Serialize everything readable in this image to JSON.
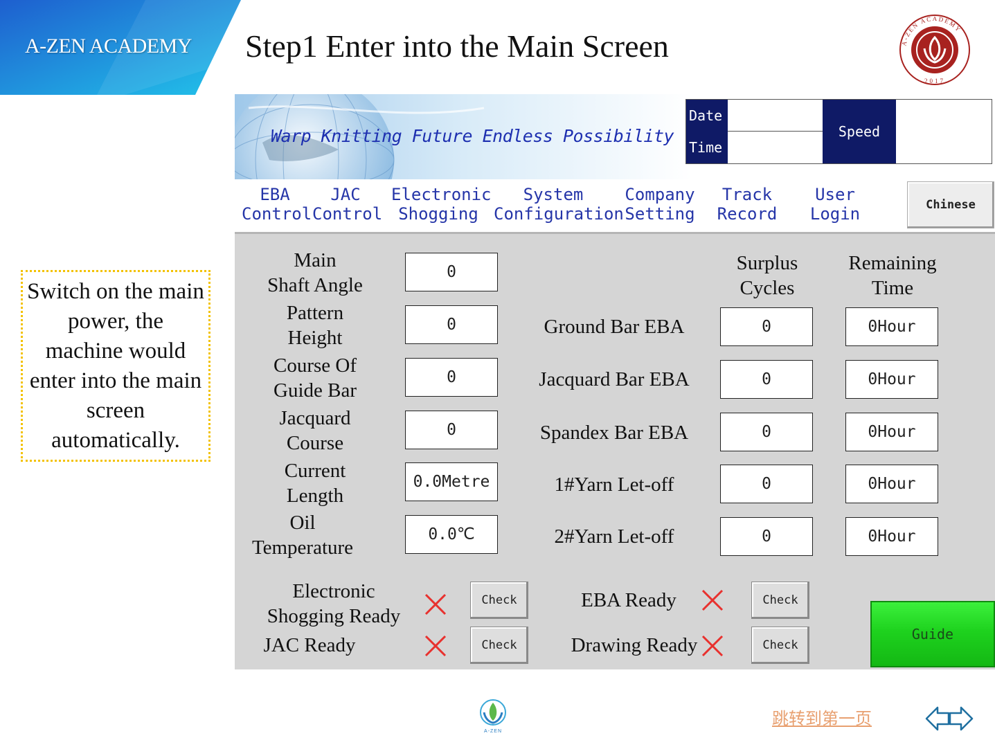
{
  "brand": {
    "name": "A-ZEN ACADEMY",
    "gradient_start": "#1e5fcf",
    "gradient_end": "#22c4ea"
  },
  "slide": {
    "title": "Step1 Enter into the Main Screen"
  },
  "logo": {
    "ring_text": "A-ZEN ACADEMY",
    "year": "2017",
    "color": "#a8221f",
    "icon": "lotus-seal-icon"
  },
  "hmi": {
    "slogan": "Warp Knitting Future Endless Possibility",
    "date_label": "Date",
    "time_label": "Time",
    "speed_label": "Speed",
    "menu": [
      {
        "line1": "EBA",
        "line2": "Control"
      },
      {
        "line1": "JAC",
        "line2": "Control"
      },
      {
        "line1": "Electronic",
        "line2": "Shogging"
      },
      {
        "line1": "System",
        "line2": "Configuration"
      },
      {
        "line1": "Company",
        "line2": "Setting"
      },
      {
        "line1": "Track",
        "line2": "Record"
      },
      {
        "line1": "User",
        "line2": "Login"
      }
    ],
    "language_button": "Chinese",
    "left_fields": [
      {
        "line1": "Main",
        "line2": "Shaft Angle",
        "value": "0"
      },
      {
        "line1": "Pattern",
        "line2": "Height",
        "value": "0"
      },
      {
        "line1": "Course Of",
        "line2": "Guide Bar",
        "value": "0"
      },
      {
        "line1": "Jacquard",
        "line2": "Course",
        "value": "0"
      },
      {
        "line1": "Current",
        "line2": "Length",
        "value": "0.0Metre"
      },
      {
        "line1": "Oil",
        "line2": "Temperature",
        "value": "0.0℃"
      }
    ],
    "surplus_header": {
      "line1": "Surplus",
      "line2": "Cycles"
    },
    "remaining_header": {
      "line1": "Remaining",
      "line2": "Time"
    },
    "bars": [
      {
        "label": "Ground Bar EBA",
        "surplus": "0",
        "remaining": "0Hour"
      },
      {
        "label": "Jacquard Bar EBA",
        "surplus": "0",
        "remaining": "0Hour"
      },
      {
        "label": "Spandex Bar EBA",
        "surplus": "0",
        "remaining": "0Hour"
      },
      {
        "label": "1#Yarn Let-off",
        "surplus": "0",
        "remaining": "0Hour"
      },
      {
        "label": "2#Yarn Let-off",
        "surplus": "0",
        "remaining": "0Hour"
      }
    ],
    "status": {
      "shogging_ready": {
        "line1": "Electronic",
        "line2": "Shogging Ready"
      },
      "jac_ready": "JAC Ready",
      "eba_ready": "EBA Ready",
      "drawing_ready": "Drawing Ready",
      "check_label": "Check",
      "not_ready_icon": "red-cross-icon",
      "cross_color": "#e8312e"
    },
    "guide_button": "Guide",
    "guide_color": "#22d422"
  },
  "note": {
    "text": "Switch on the main power, the machine would enter into the main screen automatically."
  },
  "footer": {
    "logo_text": "A-ZEN",
    "jump_link": "跳转到第一页",
    "prev_icon": "arrow-left-outline-icon",
    "next_icon": "arrow-right-outline-icon"
  }
}
